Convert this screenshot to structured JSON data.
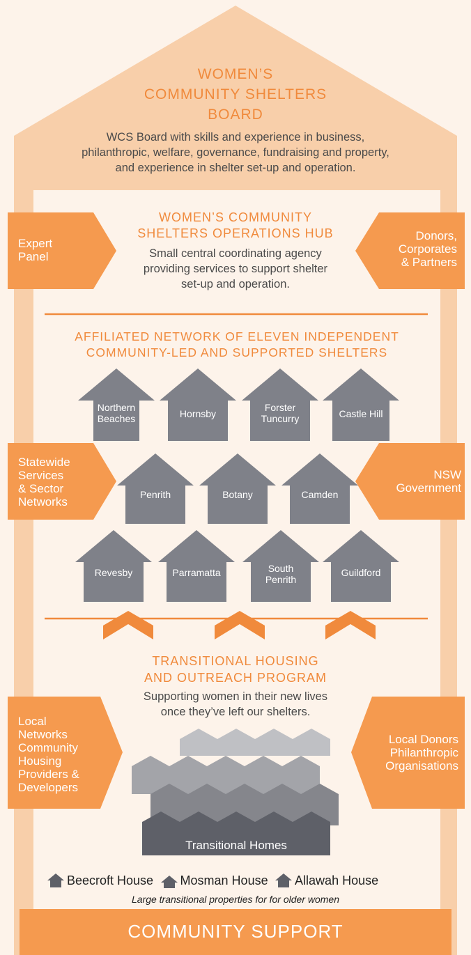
{
  "board": {
    "title_lines": [
      "WOMEN’S",
      "COMMUNITY SHELTERS",
      "BOARD"
    ],
    "description": [
      "WCS Board with skills and experience in business,",
      "philanthropic, welfare, governance, fundraising and property,",
      "and experience in shelter set-up and operation."
    ]
  },
  "hub": {
    "title_lines": [
      "WOMEN’S COMMUNITY",
      "SHELTERS OPERATIONS HUB"
    ],
    "description": [
      "Small central coordinating agency",
      "providing services to support shelter",
      "set-up and operation."
    ],
    "left_label": [
      "Expert",
      "Panel"
    ],
    "right_label": [
      "Donors,",
      "Corporates",
      "& Partners"
    ]
  },
  "network": {
    "title_lines": [
      "AFFILIATED NETWORK OF ELEVEN INDEPENDENT",
      "COMMUNITY-LED AND SUPPORTED SHELTERS"
    ],
    "shelters": [
      [
        "Northern",
        "Beaches"
      ],
      [
        "Hornsby"
      ],
      [
        "Forster",
        "Tuncurry"
      ],
      [
        "Castle Hill"
      ],
      [
        "Penrith"
      ],
      [
        "Botany"
      ],
      [
        "Camden"
      ],
      [
        "Revesby"
      ],
      [
        "Parramatta"
      ],
      [
        "South",
        "Penrith"
      ],
      [
        "Guildford"
      ]
    ],
    "left_label": [
      "Statewide",
      "Services",
      "& Sector",
      "Networks"
    ],
    "right_label": [
      "NSW",
      "Government"
    ]
  },
  "transitional": {
    "title_lines": [
      "TRANSITIONAL HOUSING",
      "AND OUTREACH PROGRAM"
    ],
    "description": [
      "Supporting women in their new lives",
      "once they’ve left our shelters."
    ],
    "homes_label": "Transitional Homes",
    "left_label": [
      "Local",
      "Networks",
      "Community",
      "Housing",
      "Providers &",
      "Developers"
    ],
    "right_label": [
      "Local Donors",
      "Philanthropic",
      "Organisations"
    ]
  },
  "legend": {
    "houses": [
      "Beecroft House",
      "Mosman House",
      "Allawah House"
    ],
    "note": "Large transitional properties for for older women"
  },
  "footer": {
    "title": "COMMUNITY SUPPORT"
  },
  "colors": {
    "outer": "#f8cfaa",
    "inner": "#fdf3ea",
    "orange": "#f08a3c",
    "banner": "#f59a4f",
    "house": "#7f8189"
  }
}
